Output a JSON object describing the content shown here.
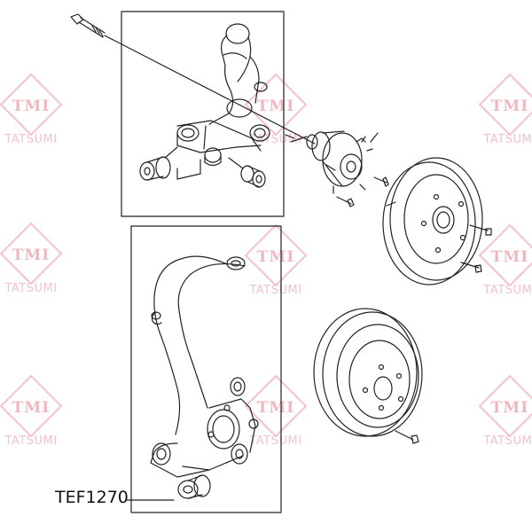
{
  "watermark": {
    "brand": "TMI",
    "name": "TATSUMI"
  },
  "part_label": "TEF1270"
}
